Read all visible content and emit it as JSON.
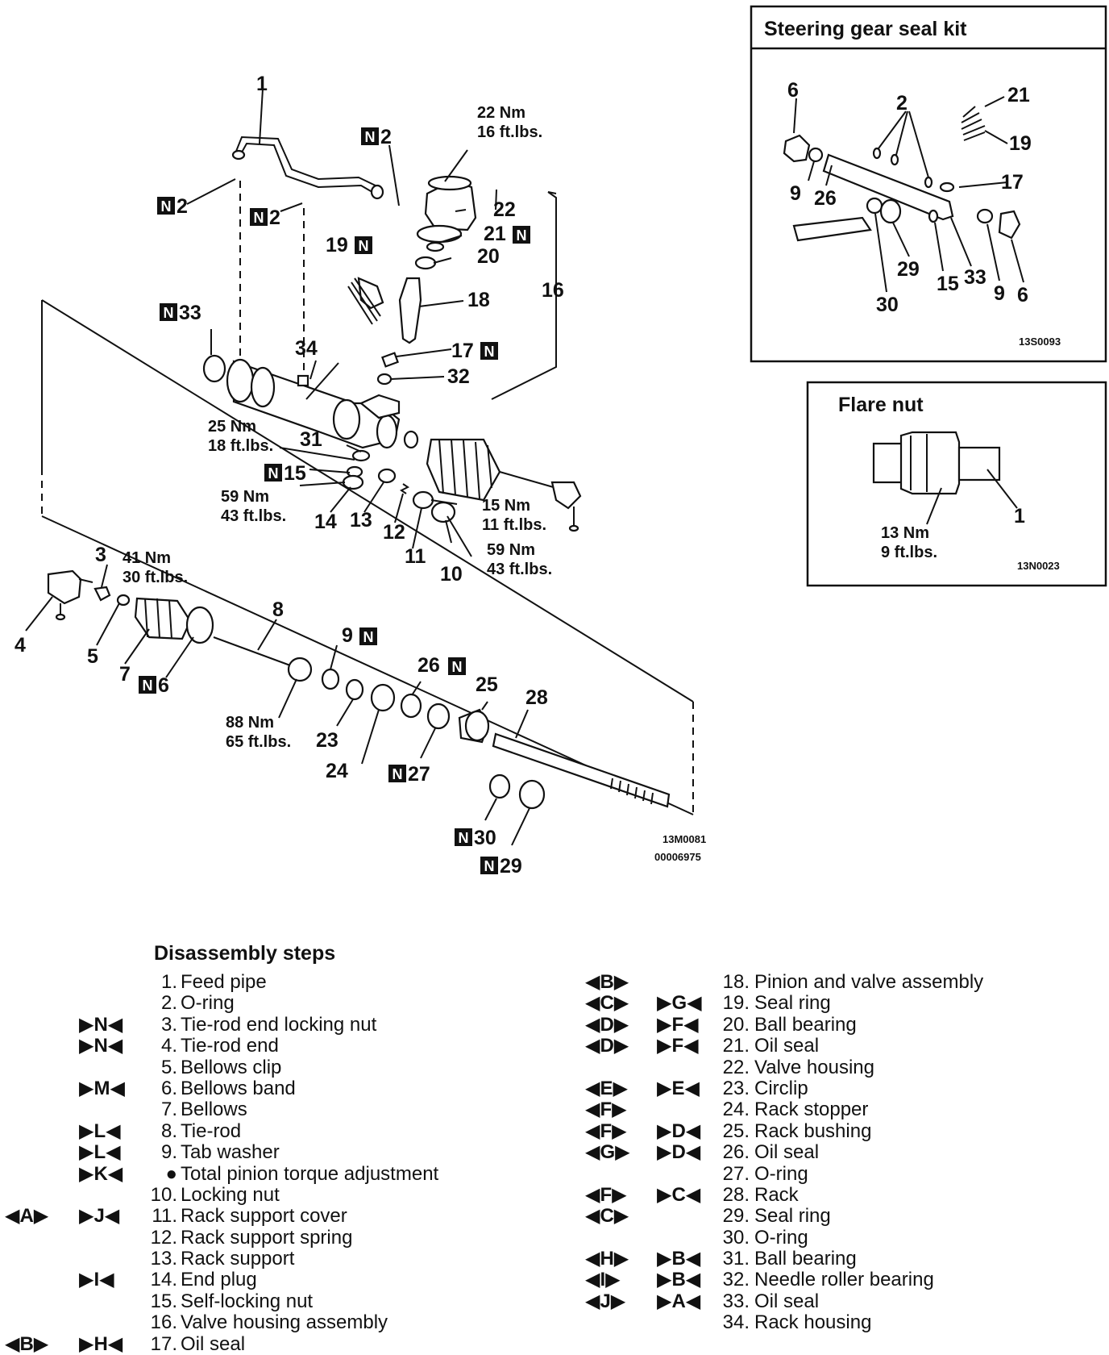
{
  "figure_codes": {
    "main": "13M0081",
    "main_sub": "00006975",
    "seal_kit": "13S0093",
    "flare": "13N0023"
  },
  "seal_kit_box": {
    "title": "Steering gear seal kit"
  },
  "flare_box": {
    "title": "Flare nut",
    "torque_nm": "13 Nm",
    "torque_ftlbs": "9 ft.lbs.",
    "callout": "1"
  },
  "callouts": {
    "c1": "1",
    "c2a": "2",
    "c2b": "2",
    "c2c": "2",
    "c3": "3",
    "c4": "4",
    "c5": "5",
    "c6": "6",
    "c7": "7",
    "c8": "8",
    "c9": "9",
    "c10": "10",
    "c11": "11",
    "c12": "12",
    "c13": "13",
    "c14": "14",
    "c15": "15",
    "c16": "16",
    "c17": "17",
    "c18": "18",
    "c19": "19",
    "c20": "20",
    "c21": "21",
    "c22": "22",
    "c23": "23",
    "c24": "24",
    "c25": "25",
    "c26": "26",
    "c27": "27",
    "c28": "28",
    "c29": "29",
    "c30": "30",
    "c31": "31",
    "c32": "32",
    "c33": "33",
    "c34": "34"
  },
  "kit_callouts": {
    "k2": "2",
    "k6a": "6",
    "k6b": "6",
    "k9a": "9",
    "k9b": "9",
    "k15": "15",
    "k17": "17",
    "k19": "19",
    "k21": "21",
    "k26": "26",
    "k29": "29",
    "k30": "30",
    "k33": "33"
  },
  "new_mark": "N",
  "torques": {
    "t22_nm": "22 Nm",
    "t22_ft": "16 ft.lbs.",
    "t25_nm": "25 Nm",
    "t25_ft": "18 ft.lbs.",
    "t14_nm": "59 Nm",
    "t14_ft": "43 ft.lbs.",
    "t11_nm": "15 Nm",
    "t11_ft": "11 ft.lbs.",
    "t10_nm": "59 Nm",
    "t10_ft": "43 ft.lbs.",
    "t3_nm": "41 Nm",
    "t3_ft": "30 ft.lbs.",
    "t8_nm": "88 Nm",
    "t8_ft": "65 ft.lbs."
  },
  "steps_title": "Disassembly steps",
  "steps_left": [
    {
      "m1": "",
      "m2": "",
      "num": "1.",
      "text": "Feed pipe"
    },
    {
      "m1": "",
      "m2": "",
      "num": "2.",
      "text": "O-ring"
    },
    {
      "m1": "",
      "m2": "▶N◀",
      "num": "3.",
      "text": "Tie-rod end locking nut"
    },
    {
      "m1": "",
      "m2": "▶N◀",
      "num": "4.",
      "text": "Tie-rod end"
    },
    {
      "m1": "",
      "m2": "",
      "num": "5.",
      "text": "Bellows clip"
    },
    {
      "m1": "",
      "m2": "▶M◀",
      "num": "6.",
      "text": "Bellows band"
    },
    {
      "m1": "",
      "m2": "",
      "num": "7.",
      "text": "Bellows"
    },
    {
      "m1": "",
      "m2": "▶L◀",
      "num": "8.",
      "text": "Tie-rod"
    },
    {
      "m1": "",
      "m2": "▶L◀",
      "num": "9.",
      "text": "Tab washer"
    },
    {
      "m1": "",
      "m2": "▶K◀",
      "num": "●",
      "text": "Total pinion torque adjustment"
    },
    {
      "m1": "",
      "m2": "",
      "num": "10.",
      "text": "Locking nut"
    },
    {
      "m1": "◀A▶",
      "m2": "▶J◀",
      "num": "11.",
      "text": "Rack support cover"
    },
    {
      "m1": "",
      "m2": "",
      "num": "12.",
      "text": "Rack support spring"
    },
    {
      "m1": "",
      "m2": "",
      "num": "13.",
      "text": "Rack support"
    },
    {
      "m1": "",
      "m2": "▶I◀",
      "num": "14.",
      "text": "End plug"
    },
    {
      "m1": "",
      "m2": "",
      "num": "15.",
      "text": "Self-locking nut"
    },
    {
      "m1": "",
      "m2": "",
      "num": "16.",
      "text": "Valve housing assembly"
    },
    {
      "m1": "◀B▶",
      "m2": "▶H◀",
      "num": "17.",
      "text": "Oil seal"
    }
  ],
  "steps_right": [
    {
      "m1": "◀B▶",
      "m2": "",
      "num": "18.",
      "text": "Pinion and valve assembly"
    },
    {
      "m1": "◀C▶",
      "m2": "▶G◀",
      "num": "19.",
      "text": "Seal ring"
    },
    {
      "m1": "◀D▶",
      "m2": "▶F◀",
      "num": "20.",
      "text": "Ball bearing"
    },
    {
      "m1": "◀D▶",
      "m2": "▶F◀",
      "num": "21.",
      "text": "Oil seal"
    },
    {
      "m1": "",
      "m2": "",
      "num": "22.",
      "text": "Valve housing"
    },
    {
      "m1": "◀E▶",
      "m2": "▶E◀",
      "num": "23.",
      "text": "Circlip"
    },
    {
      "m1": "◀F▶",
      "m2": "",
      "num": "24.",
      "text": "Rack stopper"
    },
    {
      "m1": "◀F▶",
      "m2": "▶D◀",
      "num": "25.",
      "text": "Rack bushing"
    },
    {
      "m1": "◀G▶",
      "m2": "▶D◀",
      "num": "26.",
      "text": "Oil seal"
    },
    {
      "m1": "",
      "m2": "",
      "num": "27.",
      "text": "O-ring"
    },
    {
      "m1": "◀F▶",
      "m2": "▶C◀",
      "num": "28.",
      "text": "Rack"
    },
    {
      "m1": "◀C▶",
      "m2": "",
      "num": "29.",
      "text": "Seal ring"
    },
    {
      "m1": "",
      "m2": "",
      "num": "30.",
      "text": "O-ring"
    },
    {
      "m1": "◀H▶",
      "m2": "▶B◀",
      "num": "31.",
      "text": "Ball bearing"
    },
    {
      "m1": "◀I▶",
      "m2": "▶B◀",
      "num": "32.",
      "text": "Needle roller bearing"
    },
    {
      "m1": "◀J▶",
      "m2": "▶A◀",
      "num": "33.",
      "text": "Oil seal"
    },
    {
      "m1": "",
      "m2": "",
      "num": "34.",
      "text": "Rack housing"
    }
  ]
}
